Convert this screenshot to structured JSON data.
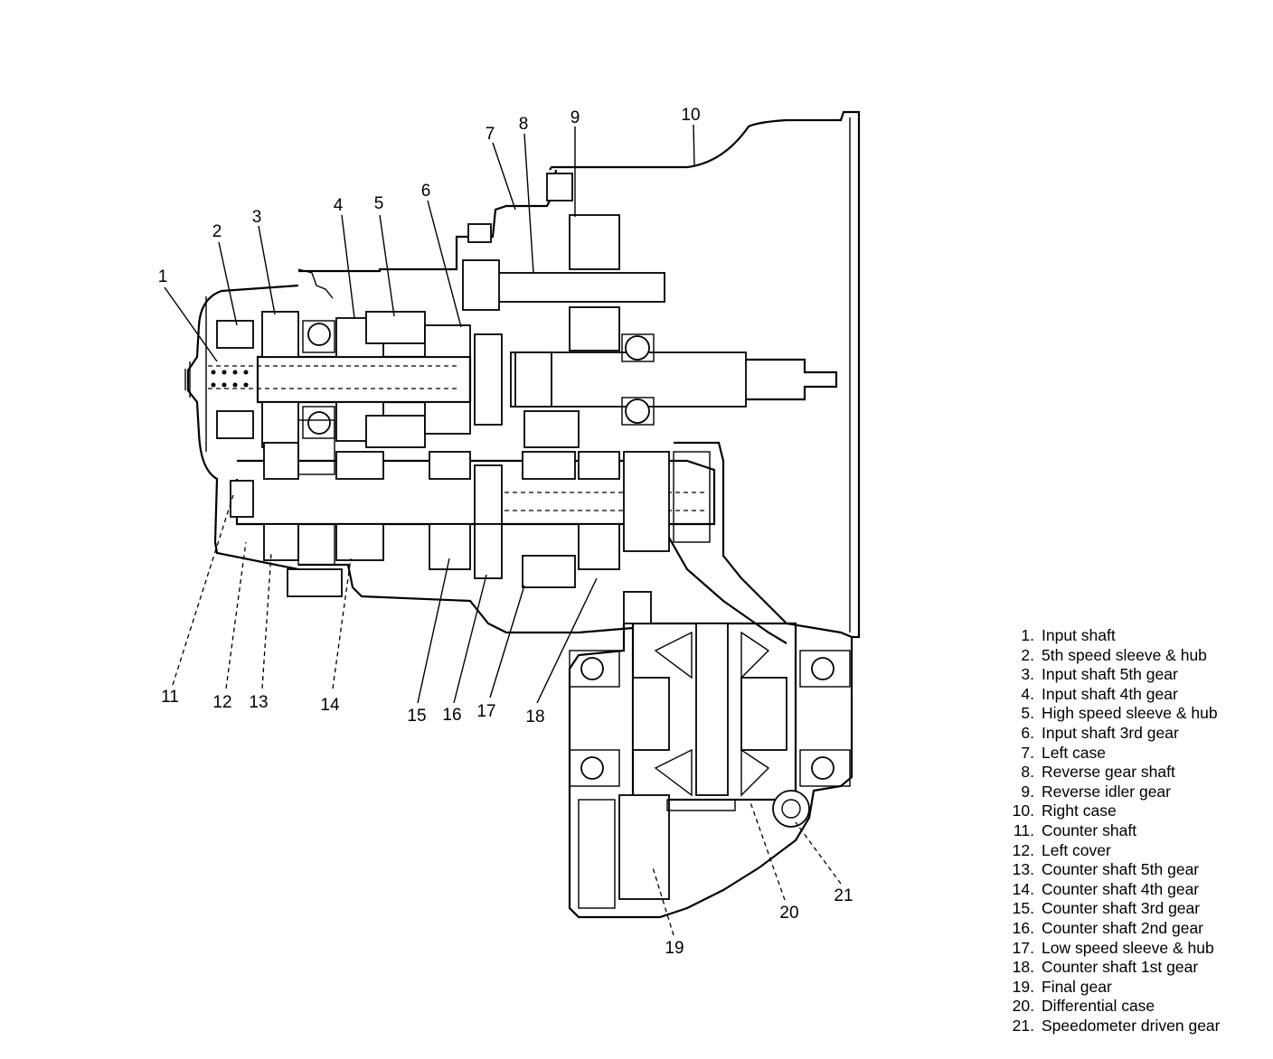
{
  "callouts": [
    {
      "num": "1"
    },
    {
      "num": "2"
    },
    {
      "num": "3"
    },
    {
      "num": "4"
    },
    {
      "num": "5"
    },
    {
      "num": "6"
    },
    {
      "num": "7"
    },
    {
      "num": "8"
    },
    {
      "num": "9"
    },
    {
      "num": "10"
    },
    {
      "num": "11"
    },
    {
      "num": "12"
    },
    {
      "num": "13"
    },
    {
      "num": "14"
    },
    {
      "num": "15"
    },
    {
      "num": "16"
    },
    {
      "num": "17"
    },
    {
      "num": "18"
    },
    {
      "num": "19"
    },
    {
      "num": "20"
    },
    {
      "num": "21"
    }
  ],
  "legend": [
    {
      "num": "1.",
      "label": "Input shaft"
    },
    {
      "num": "2.",
      "label": "5th speed sleeve & hub"
    },
    {
      "num": "3.",
      "label": "Input shaft 5th gear"
    },
    {
      "num": "4.",
      "label": "Input shaft 4th gear"
    },
    {
      "num": "5.",
      "label": "High speed sleeve & hub"
    },
    {
      "num": "6.",
      "label": "Input shaft 3rd gear"
    },
    {
      "num": "7.",
      "label": "Left case"
    },
    {
      "num": "8.",
      "label": "Reverse gear shaft"
    },
    {
      "num": "9.",
      "label": "Reverse idler gear"
    },
    {
      "num": "10.",
      "label": "Right case"
    },
    {
      "num": "11.",
      "label": "Counter shaft"
    },
    {
      "num": "12.",
      "label": "Left cover"
    },
    {
      "num": "13.",
      "label": "Counter shaft 5th gear"
    },
    {
      "num": "14.",
      "label": "Counter shaft 4th gear"
    },
    {
      "num": "15.",
      "label": "Counter shaft 3rd gear"
    },
    {
      "num": "16.",
      "label": "Counter shaft 2nd gear"
    },
    {
      "num": "17.",
      "label": "Low speed sleeve & hub"
    },
    {
      "num": "18.",
      "label": "Counter shaft 1st gear"
    },
    {
      "num": "19.",
      "label": "Final gear"
    },
    {
      "num": "20.",
      "label": "Differential case"
    },
    {
      "num": "21.",
      "label": "Speedometer driven gear"
    }
  ]
}
